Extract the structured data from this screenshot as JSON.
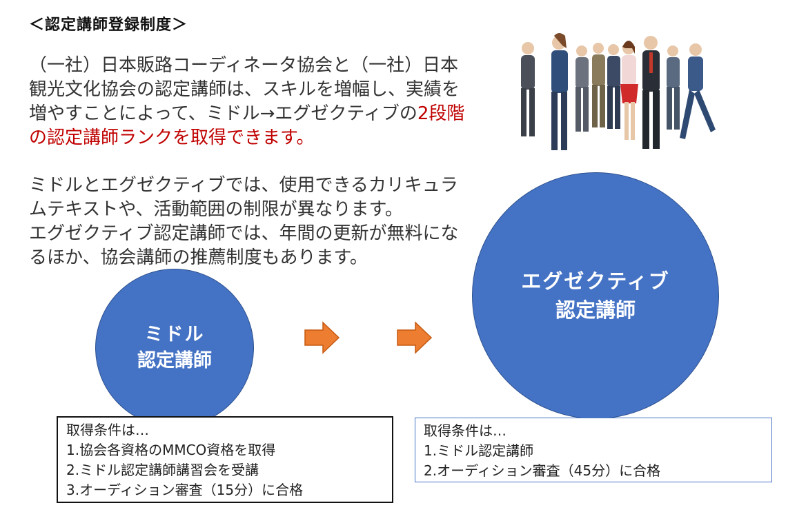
{
  "heading": "＜認定講師登録制度＞",
  "intro": {
    "p1_a": "（一社）日本販路コーディネータ協会と（一社）日本観光文化協会の認定講師は、スキルを増幅し、実績を増やすことによって、ミドル→エグゼクティブの",
    "p1_b": "2段階の認定講師ランクを取得できます。",
    "p2": "ミドルとエグゼクティブでは、使用できるカリキュラムテキストや、活動範囲の制限が異なります。",
    "p3": "エグゼクティブ認定講師では、年間の更新が無料になるほか、協会講師の推薦制度もあります。"
  },
  "middle": {
    "line1": "ミドル",
    "line2": "認定講師"
  },
  "executive": {
    "line1": "エグゼクティブ",
    "line2": "認定講師"
  },
  "cond_middle": {
    "title": "取得条件は…",
    "items": [
      "1.協会各資格のMMCO資格を取得",
      "2.ミドル認定講師講習会を受講",
      "3.オーディション審査（15分）に合格"
    ]
  },
  "cond_exec": {
    "title": "取得条件は…",
    "items": [
      "1.ミドル認定講師",
      "2.オーディション審査（45分）に合格"
    ]
  },
  "colors": {
    "circle": "#4472c4",
    "arrow": "#ed7d31",
    "highlight": "#c00000"
  }
}
